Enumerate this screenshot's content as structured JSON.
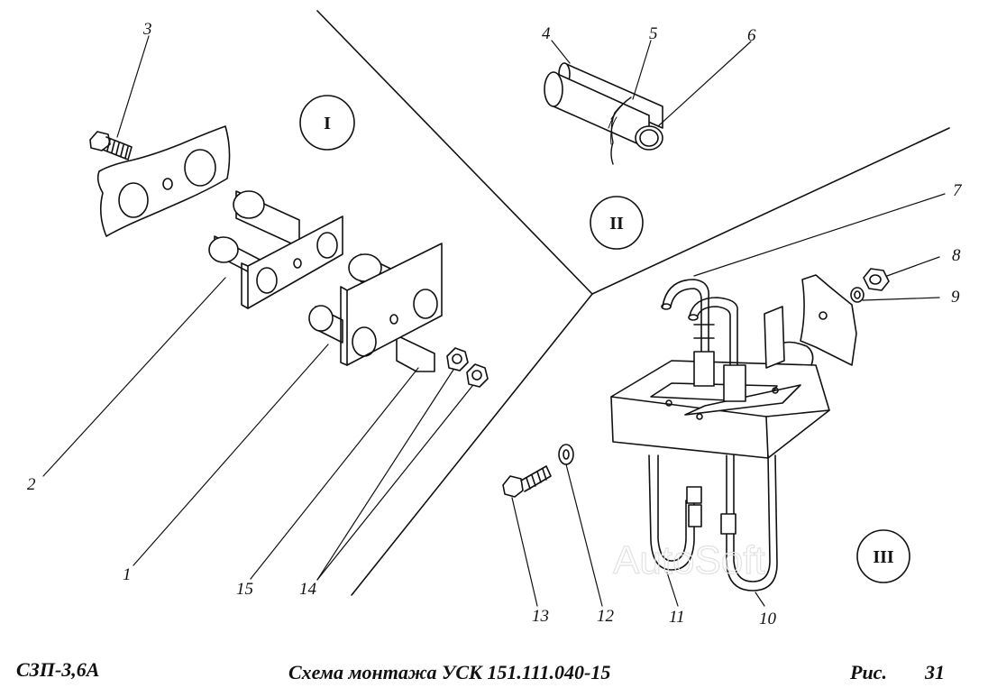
{
  "diagram": {
    "callouts": {
      "c1": "1",
      "c2": "2",
      "c3": "3",
      "c4": "4",
      "c5": "5",
      "c6": "6",
      "c7": "7",
      "c8": "8",
      "c9": "9",
      "c10": "10",
      "c11": "11",
      "c12": "12",
      "c13": "13",
      "c14": "14",
      "c15": "15"
    },
    "sections": {
      "s1": "I",
      "s2": "II",
      "s3": "III"
    },
    "watermark": "AutoSoft"
  },
  "footer": {
    "model": "СЗП-3,6А",
    "title": "Схема монтажа УСК 151.111.040-15",
    "figure_label": "Рис.",
    "figure_number": "31"
  }
}
